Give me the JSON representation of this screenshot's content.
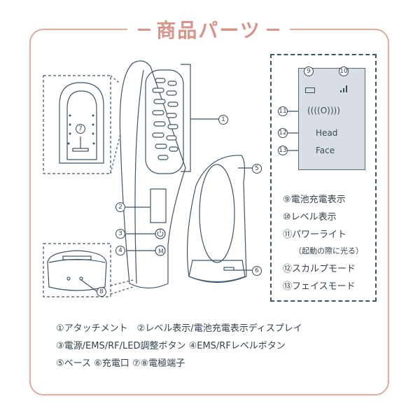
{
  "title": "商品パーツ",
  "colors": {
    "frame": "#e0aa9c",
    "title": "#d9948a",
    "line": "#3e5468",
    "lcd_bg": "#d9dee4"
  },
  "callouts": {
    "c1": "1",
    "c2": "2",
    "c3": "3",
    "c4": "4",
    "c5": "5",
    "c6": "6",
    "c7": "7",
    "c8": "8",
    "c9": "9",
    "c10": "10",
    "c11": "11",
    "c12": "12",
    "c13": "13"
  },
  "lcd": {
    "signal_symbol": "((((O))))",
    "head_label": "Head",
    "face_label": "Face"
  },
  "legend": [
    {
      "label": "⑨電池充電表示"
    },
    {
      "label": "⑩レベル表示"
    },
    {
      "label": "⑪パワーライト"
    },
    {
      "label": "（起動の際に光る）"
    },
    {
      "label": "⑫スカルプモード"
    },
    {
      "label": "⑬フェイスモード"
    }
  ],
  "parts_list": [
    "①アタッチメント　②レベル表示/電池充電表示ディスプレイ",
    "③電源/EMS/RF/LED調整ボタン ④EMS/RFレベルボタン",
    "⑤ベース ⑥充電口 ⑦⑧電極端子"
  ]
}
